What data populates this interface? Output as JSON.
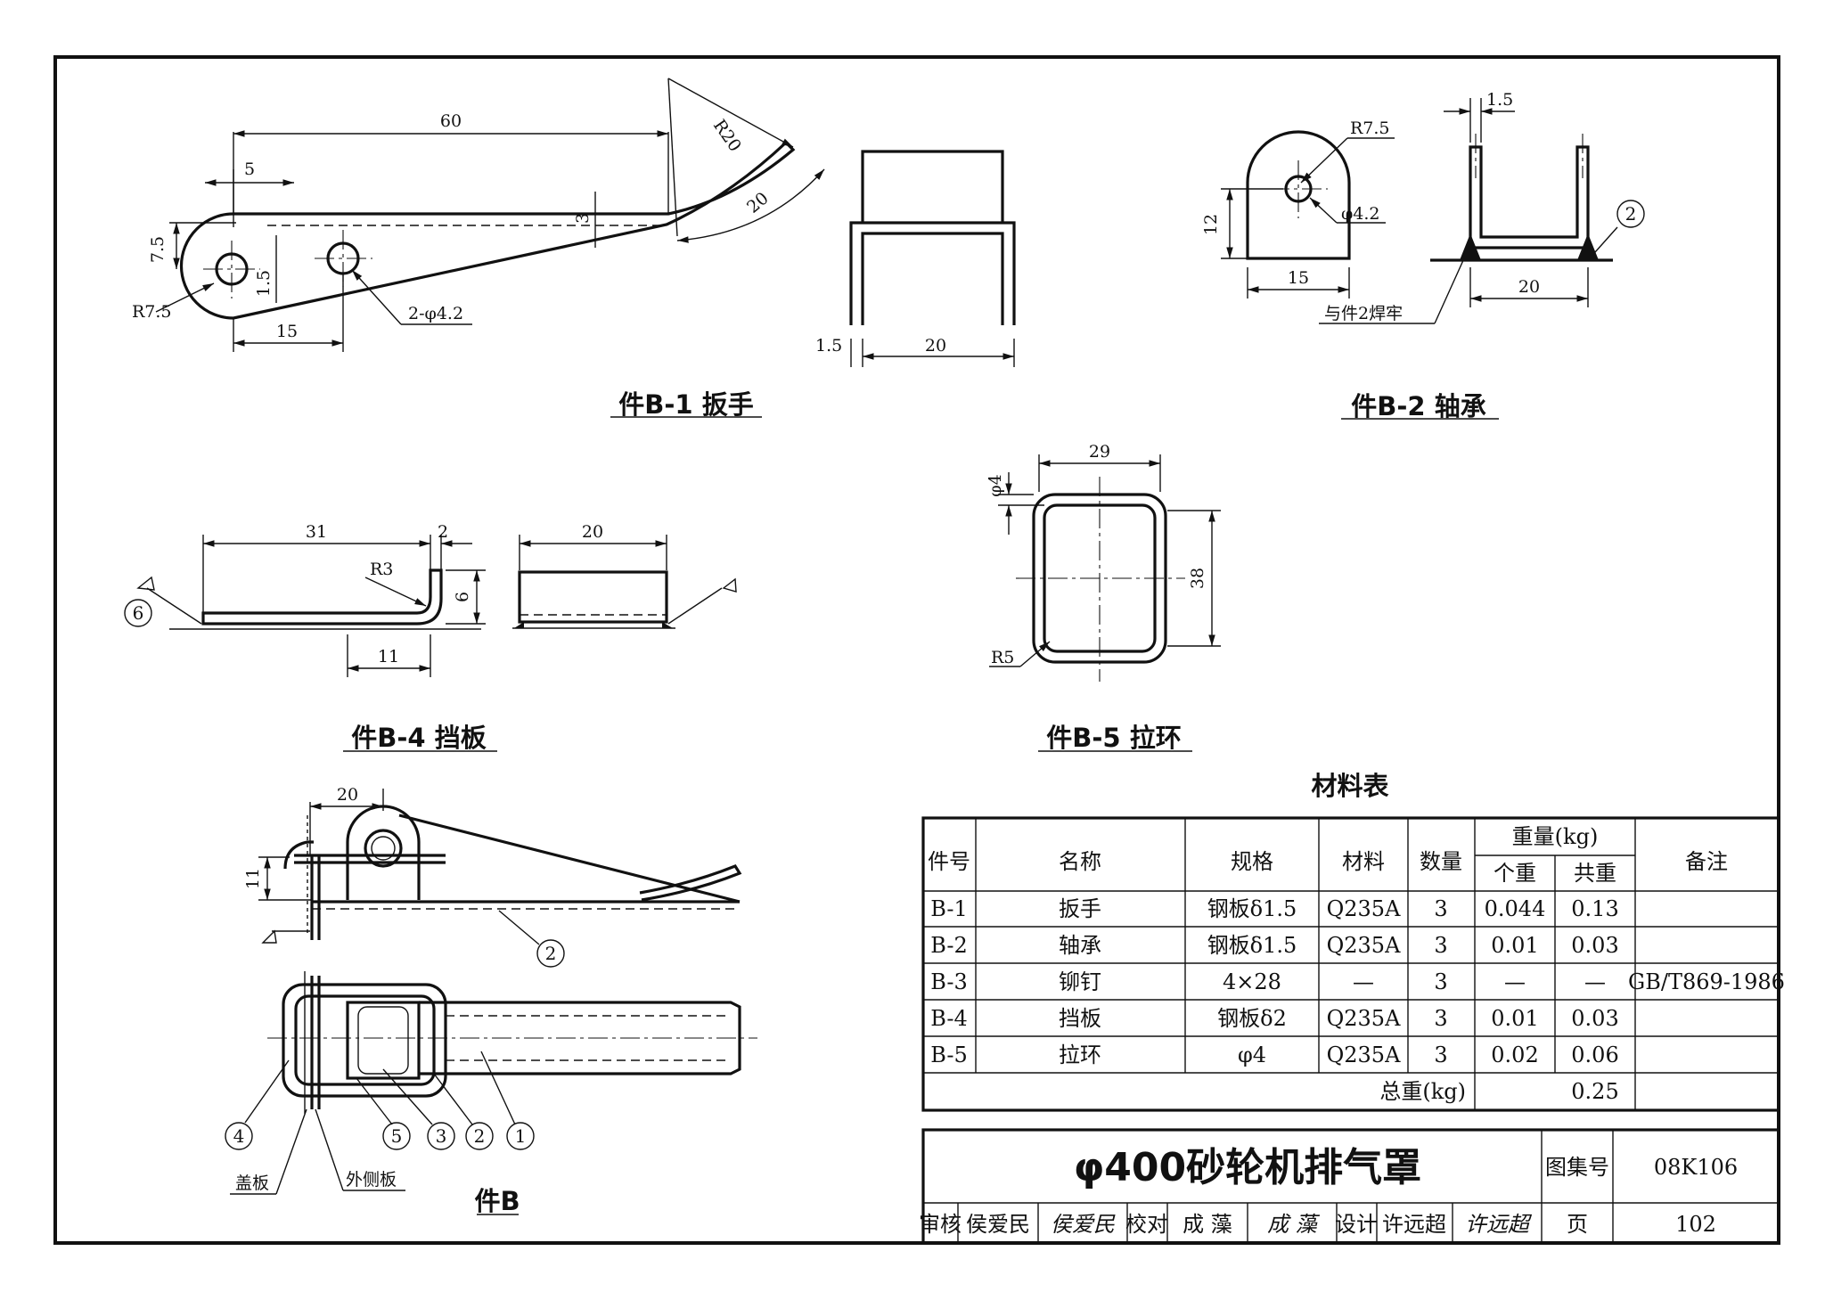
{
  "parts": {
    "b1": {
      "caption": "件B-1 扳手",
      "dims": [
        "60",
        "5",
        "R20",
        "20",
        "7.5",
        "1.5",
        "3",
        "R7.5",
        "15",
        "2-φ4.2",
        "1.5",
        "20"
      ]
    },
    "b2": {
      "caption": "件B-2 轴承",
      "dims": [
        "R7.5",
        "φ4.2",
        "12",
        "15",
        "1.5",
        "20"
      ],
      "weld_note": "与件2焊牢",
      "callout": "2"
    },
    "b4": {
      "caption": "件B-4 挡板",
      "dims": [
        "31",
        "2",
        "R3",
        "6",
        "11",
        "20"
      ],
      "callout": "6"
    },
    "b5": {
      "caption": "件B-5 拉环",
      "dims": [
        "29",
        "φ4",
        "38",
        "R5"
      ]
    },
    "assembly": {
      "caption": "件B",
      "dims": [
        "20",
        "11"
      ],
      "callouts": [
        "2",
        "4",
        "5",
        "3",
        "2",
        "1"
      ],
      "labels": [
        "盖板",
        "外侧板"
      ]
    }
  },
  "material_table": {
    "title": "材料表",
    "headers": [
      "件号",
      "名称",
      "规格",
      "材料",
      "数量",
      "重量(kg)",
      "个重",
      "共重",
      "备注"
    ],
    "rows": [
      [
        "B-1",
        "扳手",
        "钢板δ1.5",
        "Q235A",
        "3",
        "0.044",
        "0.13",
        ""
      ],
      [
        "B-2",
        "轴承",
        "钢板δ1.5",
        "Q235A",
        "3",
        "0.01",
        "0.03",
        ""
      ],
      [
        "B-3",
        "铆钉",
        "4×28",
        "—",
        "3",
        "—",
        "—",
        "GB/T869-1986"
      ],
      [
        "B-4",
        "挡板",
        "钢板δ2",
        "Q235A",
        "3",
        "0.01",
        "0.03",
        ""
      ],
      [
        "B-5",
        "拉环",
        "φ4",
        "Q235A",
        "3",
        "0.02",
        "0.06",
        ""
      ]
    ],
    "total_label": "总重(kg)",
    "total_value": "0.25"
  },
  "title_block": {
    "title": "φ400砂轮机排气罩",
    "atlas_label": "图集号",
    "atlas_no": "08K106",
    "review_label": "审核",
    "reviewer": "侯爱民",
    "reviewer_sign": "侯爱民",
    "check_label": "校对",
    "checker": "成 藻",
    "checker_sign": "成 藻",
    "design_label": "设计",
    "designer": "许远超",
    "designer_sign": "许远超",
    "page_label": "页",
    "page_no": "102"
  }
}
